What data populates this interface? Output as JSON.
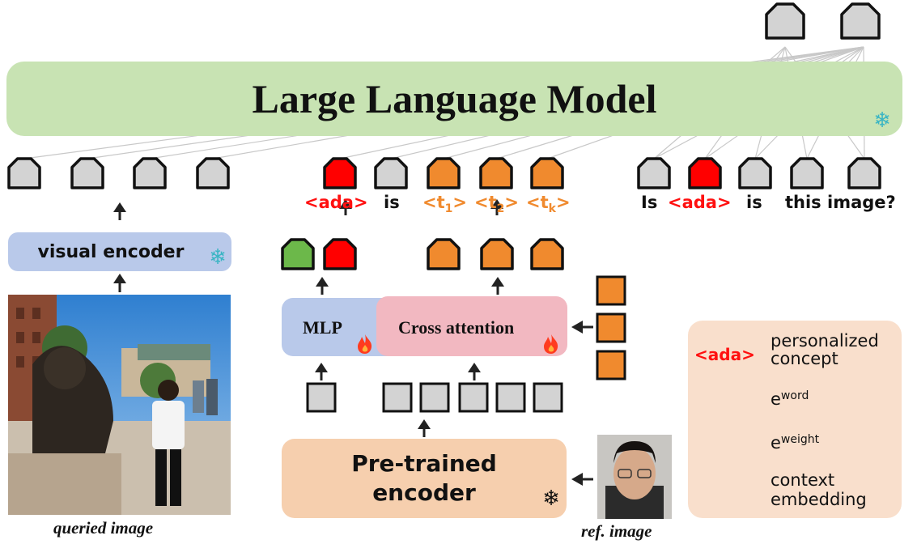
{
  "llm": {
    "title": "Large Language Model"
  },
  "visual_encoder": {
    "label": "visual encoder"
  },
  "mlp": {
    "label": "MLP"
  },
  "cross_attention": {
    "label": "Cross attention"
  },
  "pretrained_encoder": {
    "label_line1": "Pre-trained",
    "label_line2": "encoder"
  },
  "captions": {
    "queried_image": "queried image",
    "ref_image": "ref. image"
  },
  "tokens_mid": {
    "ada": "<ada>",
    "is": "is",
    "t1": "<t",
    "t1_sub": "1",
    "t2": "<t",
    "t2_sub": "2",
    "tk": "<t",
    "tk_sub": "k",
    "close": ">"
  },
  "tokens_right": {
    "is1": "Is",
    "ada": "<ada>",
    "is2": "is",
    "tail": "this image?"
  },
  "legend": {
    "ada": "<ada>",
    "concept_line1": "personalized",
    "concept_line2": "concept",
    "word_base": "e",
    "word_sup": "word",
    "weight_base": "e",
    "weight_sup": "weight",
    "context_line1": "context",
    "context_line2": "embedding"
  },
  "icons": {
    "snowflake": "snowflake-icon",
    "flame": "flame-icon"
  },
  "colors": {
    "llm": "#c8e3b3",
    "visual_encoder": "#b9c9ea",
    "cross_attention": "#f2b8c1",
    "pretrained_encoder": "#f6cfae",
    "legend_bg": "#f9dfcc",
    "token_gray": "#d3d3d3",
    "token_red": "#ff0000",
    "token_green": "#6cb84a",
    "token_orange": "#f08a2e",
    "accent_red_text": "#ff1010",
    "accent_orange_text": "#f08a2e"
  }
}
